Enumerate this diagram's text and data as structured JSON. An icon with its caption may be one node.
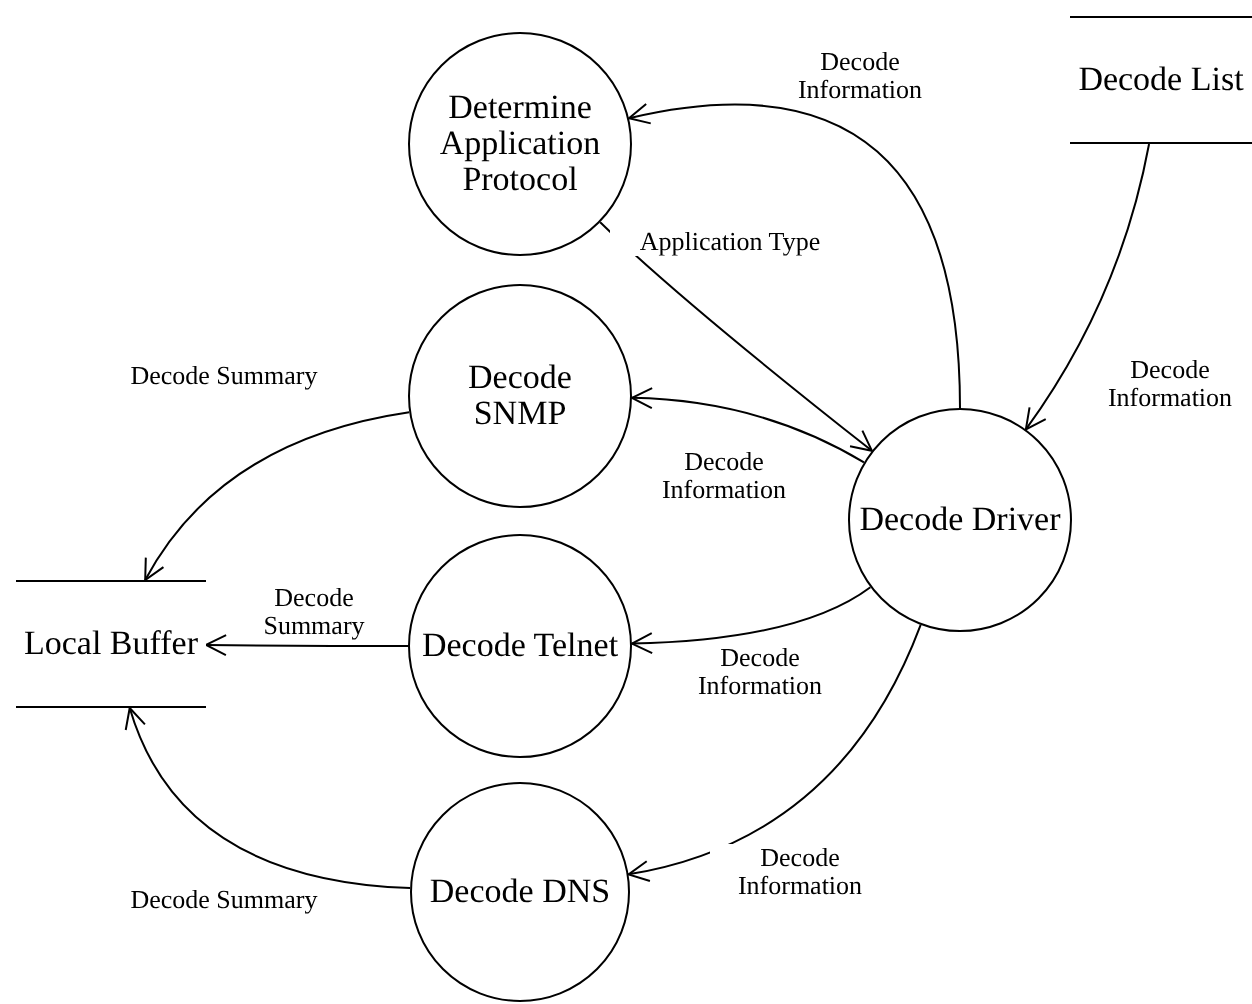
{
  "diagram": {
    "nodes": [
      {
        "text": [
          "Determine Application Protocol"
        ]
      },
      {
        "text": [
          "Decode List"
        ]
      },
      {
        "text": [
          "Decode SNMP"
        ]
      },
      {
        "text": [
          "Decode Driver"
        ]
      },
      {
        "text": [
          "Local Buffer"
        ]
      },
      {
        "text": [
          "Decode Telnet"
        ]
      },
      {
        "text": [
          "Decode DNS"
        ]
      }
    ],
    "edges": [
      {
        "from": 3,
        "to": 0,
        "arrow": "to",
        "label": "Decode Information"
      },
      {
        "from": 0,
        "to": 3,
        "arrow": "to",
        "label": "Application Type"
      },
      {
        "from": 1,
        "to": 3,
        "arrow": "to",
        "label": "Decode Information"
      },
      {
        "from": 3,
        "to": 2,
        "arrow": "to",
        "label": "Decode Information"
      },
      {
        "from": 2,
        "to": 4,
        "arrow": "to",
        "label": "Decode Summary"
      },
      {
        "from": 3,
        "to": 5,
        "arrow": "to",
        "label": "Decode Information"
      },
      {
        "from": 5,
        "to": 4,
        "arrow": "to",
        "label": "Decode Summary"
      },
      {
        "from": 3,
        "to": 6,
        "arrow": "to",
        "label": "Decode Information"
      },
      {
        "from": 6,
        "to": 4,
        "arrow": "to",
        "label": "Decode Summary"
      }
    ]
  }
}
